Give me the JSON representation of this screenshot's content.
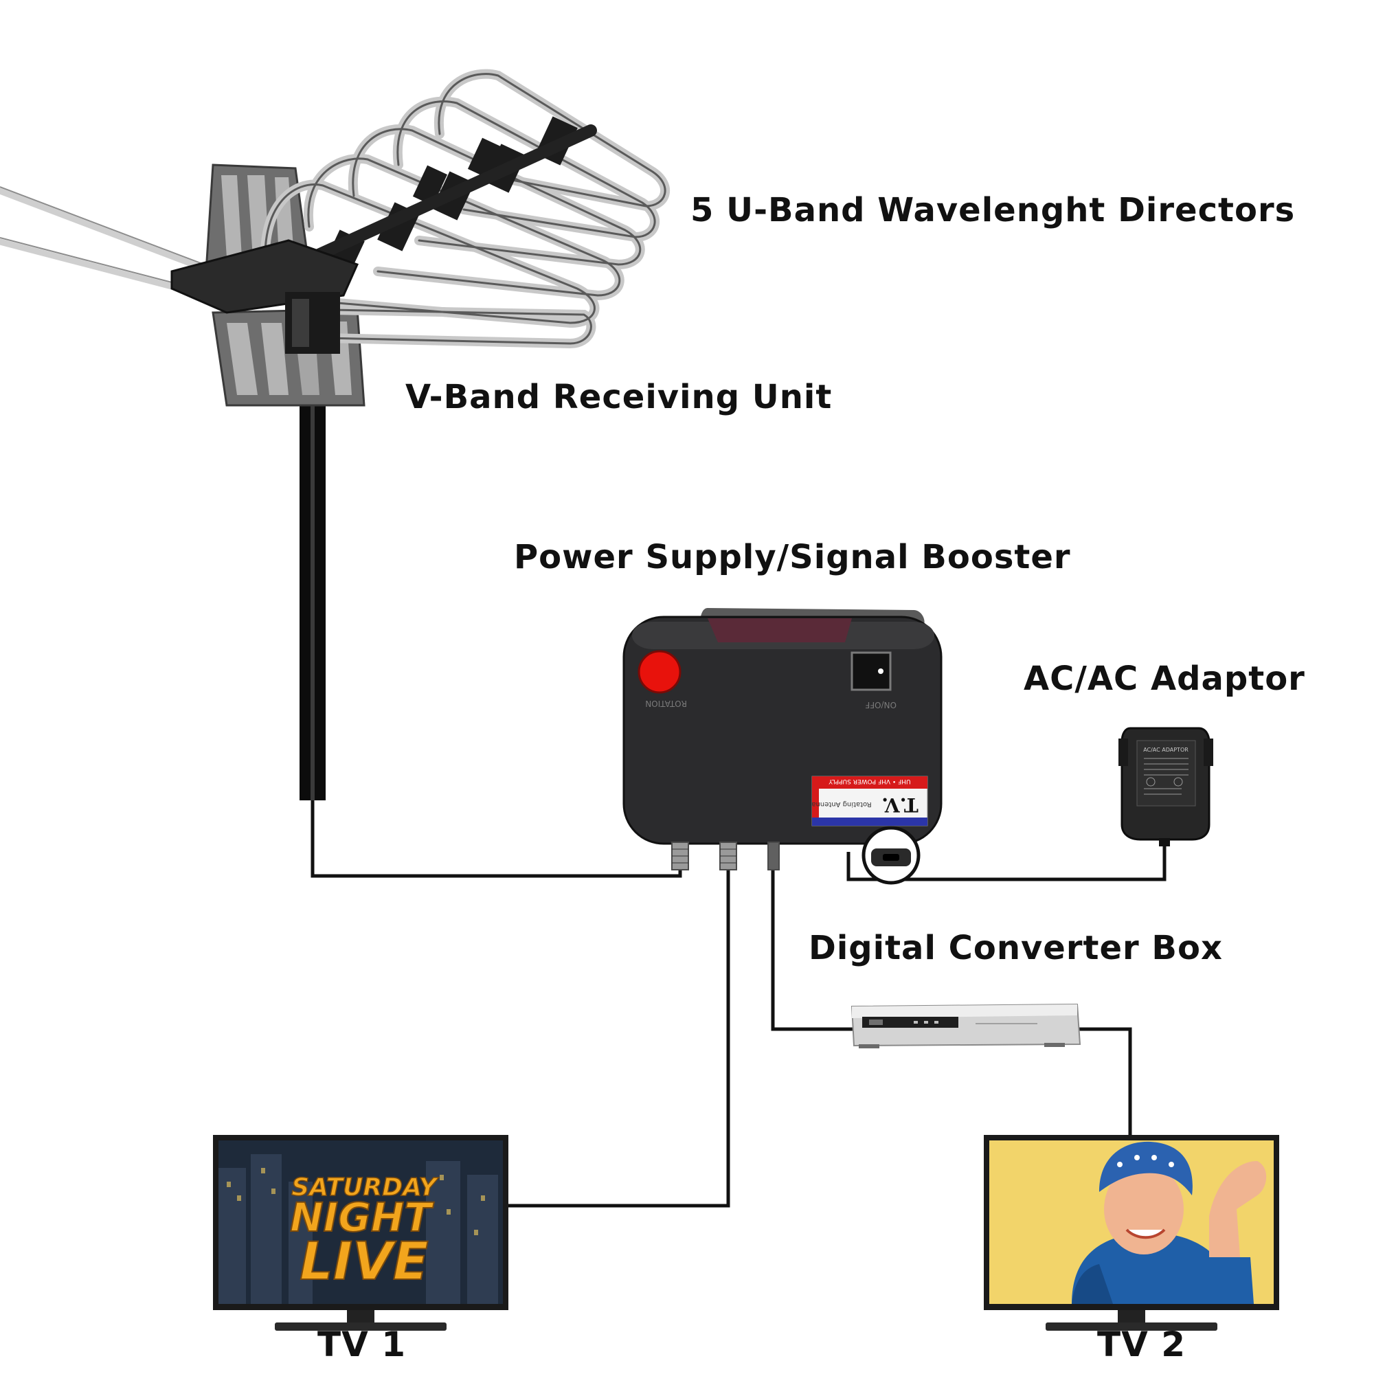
{
  "labels": {
    "directors": "5 U-Band Wavelenght Directors",
    "v_band": "V-Band Receiving Unit",
    "booster": "Power Supply/Signal Booster",
    "adaptor": "AC/AC Adaptor",
    "converter": "Digital Converter Box",
    "tv1": "TV 1",
    "tv2": "TV 2"
  },
  "booster_device": {
    "brand": "T.V.",
    "sticker_subtitle": "Rotating Antenna",
    "sticker_header": "UHF • VHF POWER SUPPLY",
    "button_color": "#e8120c",
    "body_color": "#2b2b2d"
  },
  "tv1_screen": {
    "line1": "SATURDAY",
    "line2": "NIGHT",
    "line3": "LIVE"
  },
  "adaptor_device": {
    "plate_text": "AC/AC ADAPTOR"
  },
  "colors": {
    "cable": "#111111",
    "antenna_arm": "#d7d7d7",
    "booster_lettering": "#f2a51d"
  }
}
